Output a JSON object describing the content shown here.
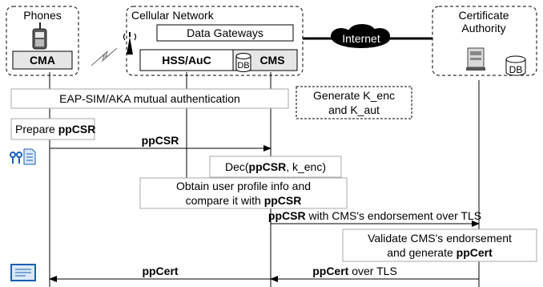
{
  "groups": {
    "phones": "Phones",
    "cellular": "Cellular Network",
    "ca": [
      "Certificate",
      "Authority"
    ]
  },
  "boxes": {
    "cma": "CMA",
    "data_gateways": "Data Gateways",
    "hss_auc": "HSS/AuC",
    "cms": "CMS",
    "db_cms": "DB",
    "db_ca": "DB",
    "internet": "Internet"
  },
  "steps": {
    "auth": "EAP-SIM/AKA mutual authentication",
    "gen_keys": [
      "Generate K_enc",
      "and K_aut"
    ],
    "prepare": {
      "pre": "Prepare ",
      "bold": "ppCSR"
    },
    "msg1": "ppCSR",
    "dec": {
      "pre": "Dec(",
      "bold": "ppCSR",
      "post": ", k_enc)"
    },
    "obtain": {
      "line1": "Obtain user profile info and",
      "pre": "compare it with ",
      "bold": "ppCSR"
    },
    "msg2": {
      "bold": "ppCSR",
      "post": " with CMS's endorsement over TLS"
    },
    "validate": {
      "line1": "Validate CMS's endorsement",
      "pre": "and generate ",
      "bold": "ppCert"
    },
    "msg3": "ppCert",
    "msg4": {
      "bold": "ppCert",
      "post": " over TLS"
    }
  }
}
